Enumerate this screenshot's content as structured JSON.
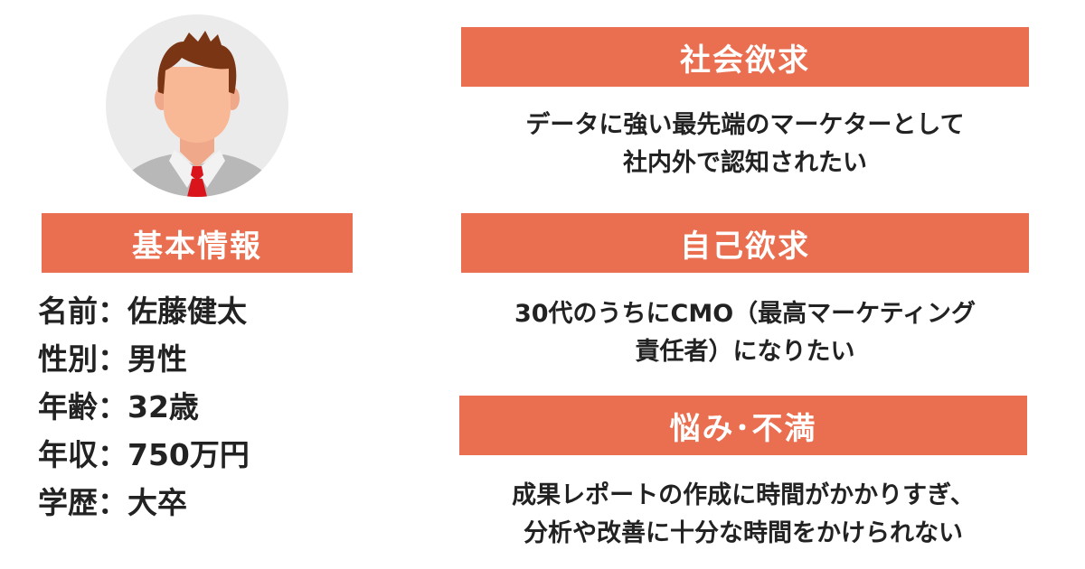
{
  "profile": {
    "heading": "基本情報",
    "rows": [
      {
        "label": "名前",
        "separator": "：",
        "value": "佐藤健太"
      },
      {
        "label": "性別",
        "separator": "：",
        "value": "男性"
      },
      {
        "label": "年齢",
        "separator": "：",
        "value": "32歳"
      },
      {
        "label": "年収",
        "separator": "：",
        "value": "750万円"
      },
      {
        "label": "学歴",
        "separator": "：",
        "value": "大卒"
      }
    ]
  },
  "sections": [
    {
      "title": "社会欲求",
      "lines": [
        "データに強い最先端のマーケターとして",
        "社内外で認知されたい"
      ]
    },
    {
      "title": "自己欲求",
      "lines": [
        "30代のうちにCMO（最高マーケティング",
        "責任者）になりたい"
      ]
    },
    {
      "title": "悩み･不満",
      "lines": [
        "成果レポートの作成に時間がかかりすぎ、",
        "分析や改善に十分な時間をかけられない"
      ]
    }
  ],
  "colors": {
    "accent": "#ea6f51",
    "text": "#222222",
    "avatar_bg": "#ebebeb"
  },
  "icons": {
    "avatar": "person-avatar-icon"
  }
}
